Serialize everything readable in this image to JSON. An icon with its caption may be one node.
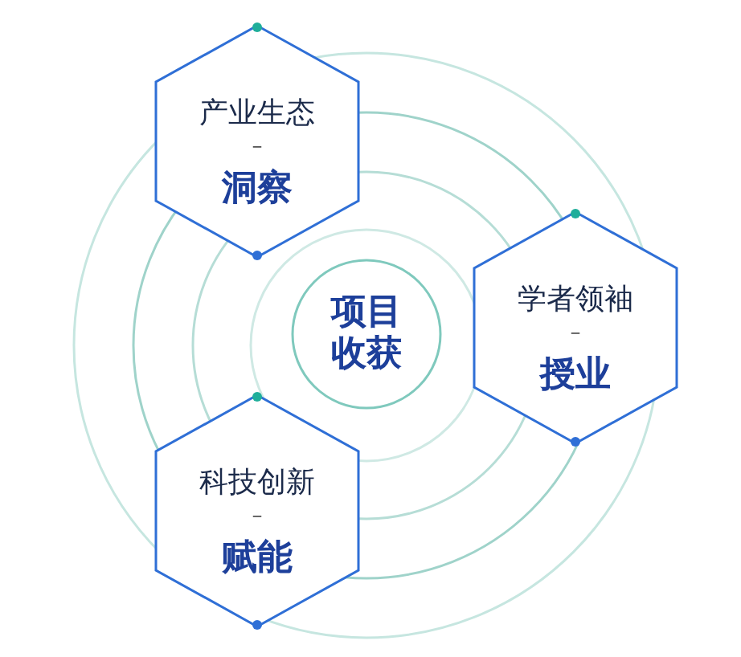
{
  "diagram": {
    "nodes": [
      {
        "text": [
          "项目收获"
        ]
      },
      {
        "text": [
          "产业生态",
          "–",
          "洞察"
        ]
      },
      {
        "text": [
          "学者领袖",
          "–",
          "授业"
        ]
      },
      {
        "text": [
          "科技创新",
          "–",
          "赋能"
        ]
      }
    ]
  }
}
